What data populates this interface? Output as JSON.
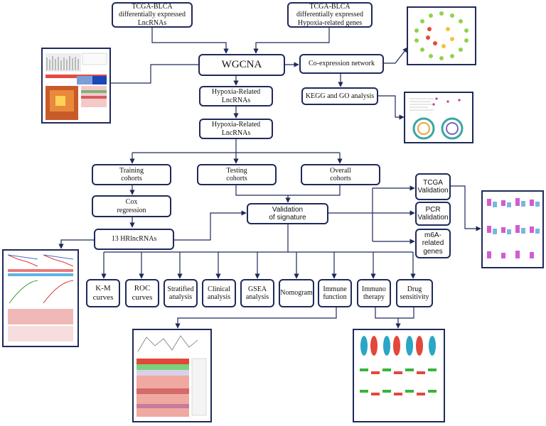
{
  "nodes": {
    "tcga_lnc": "TCGA-BLCA\ndifferentially expressed\nLncRNAs",
    "tcga_hyp": "TCGA-BLCA\ndifferentially expressed\nHypoxia-related genes",
    "wgcna": "WGCNA",
    "coexp": "Co-expression network",
    "hyp1": "Hypoxia-Related\nLncRNAs",
    "kegg": "KEGG and GO analysis",
    "hyp2": "Hypoxia-Related\nLncRNAs",
    "train": "Training\ncohorts",
    "test": "Testing\ncohorts",
    "overall": "Overall\ncohorts",
    "cox": "Cox\nregression",
    "validation": "Validation\nof signature",
    "hrl": "13 HRlncRNAs",
    "tcga_val": "TCGA\nValidation",
    "pcr_val": "PCR\nValidation",
    "m6a": "m6A-\nrelated\ngenes",
    "km": "K-M\ncurves",
    "roc": "ROC\ncurves",
    "strat": "Stratified\nanalysis",
    "clin": "Clinical\nanalysis",
    "gsea": "GSEA\nanalysis",
    "nomo": "Nomogram",
    "immune": "Immune\nfunction",
    "immuno": "Immuno\ntherapy",
    "drug": "Drug\nsensitivity"
  },
  "colors": {
    "box_border": "#1f2a5a",
    "arrow": "#1f2a5a"
  }
}
